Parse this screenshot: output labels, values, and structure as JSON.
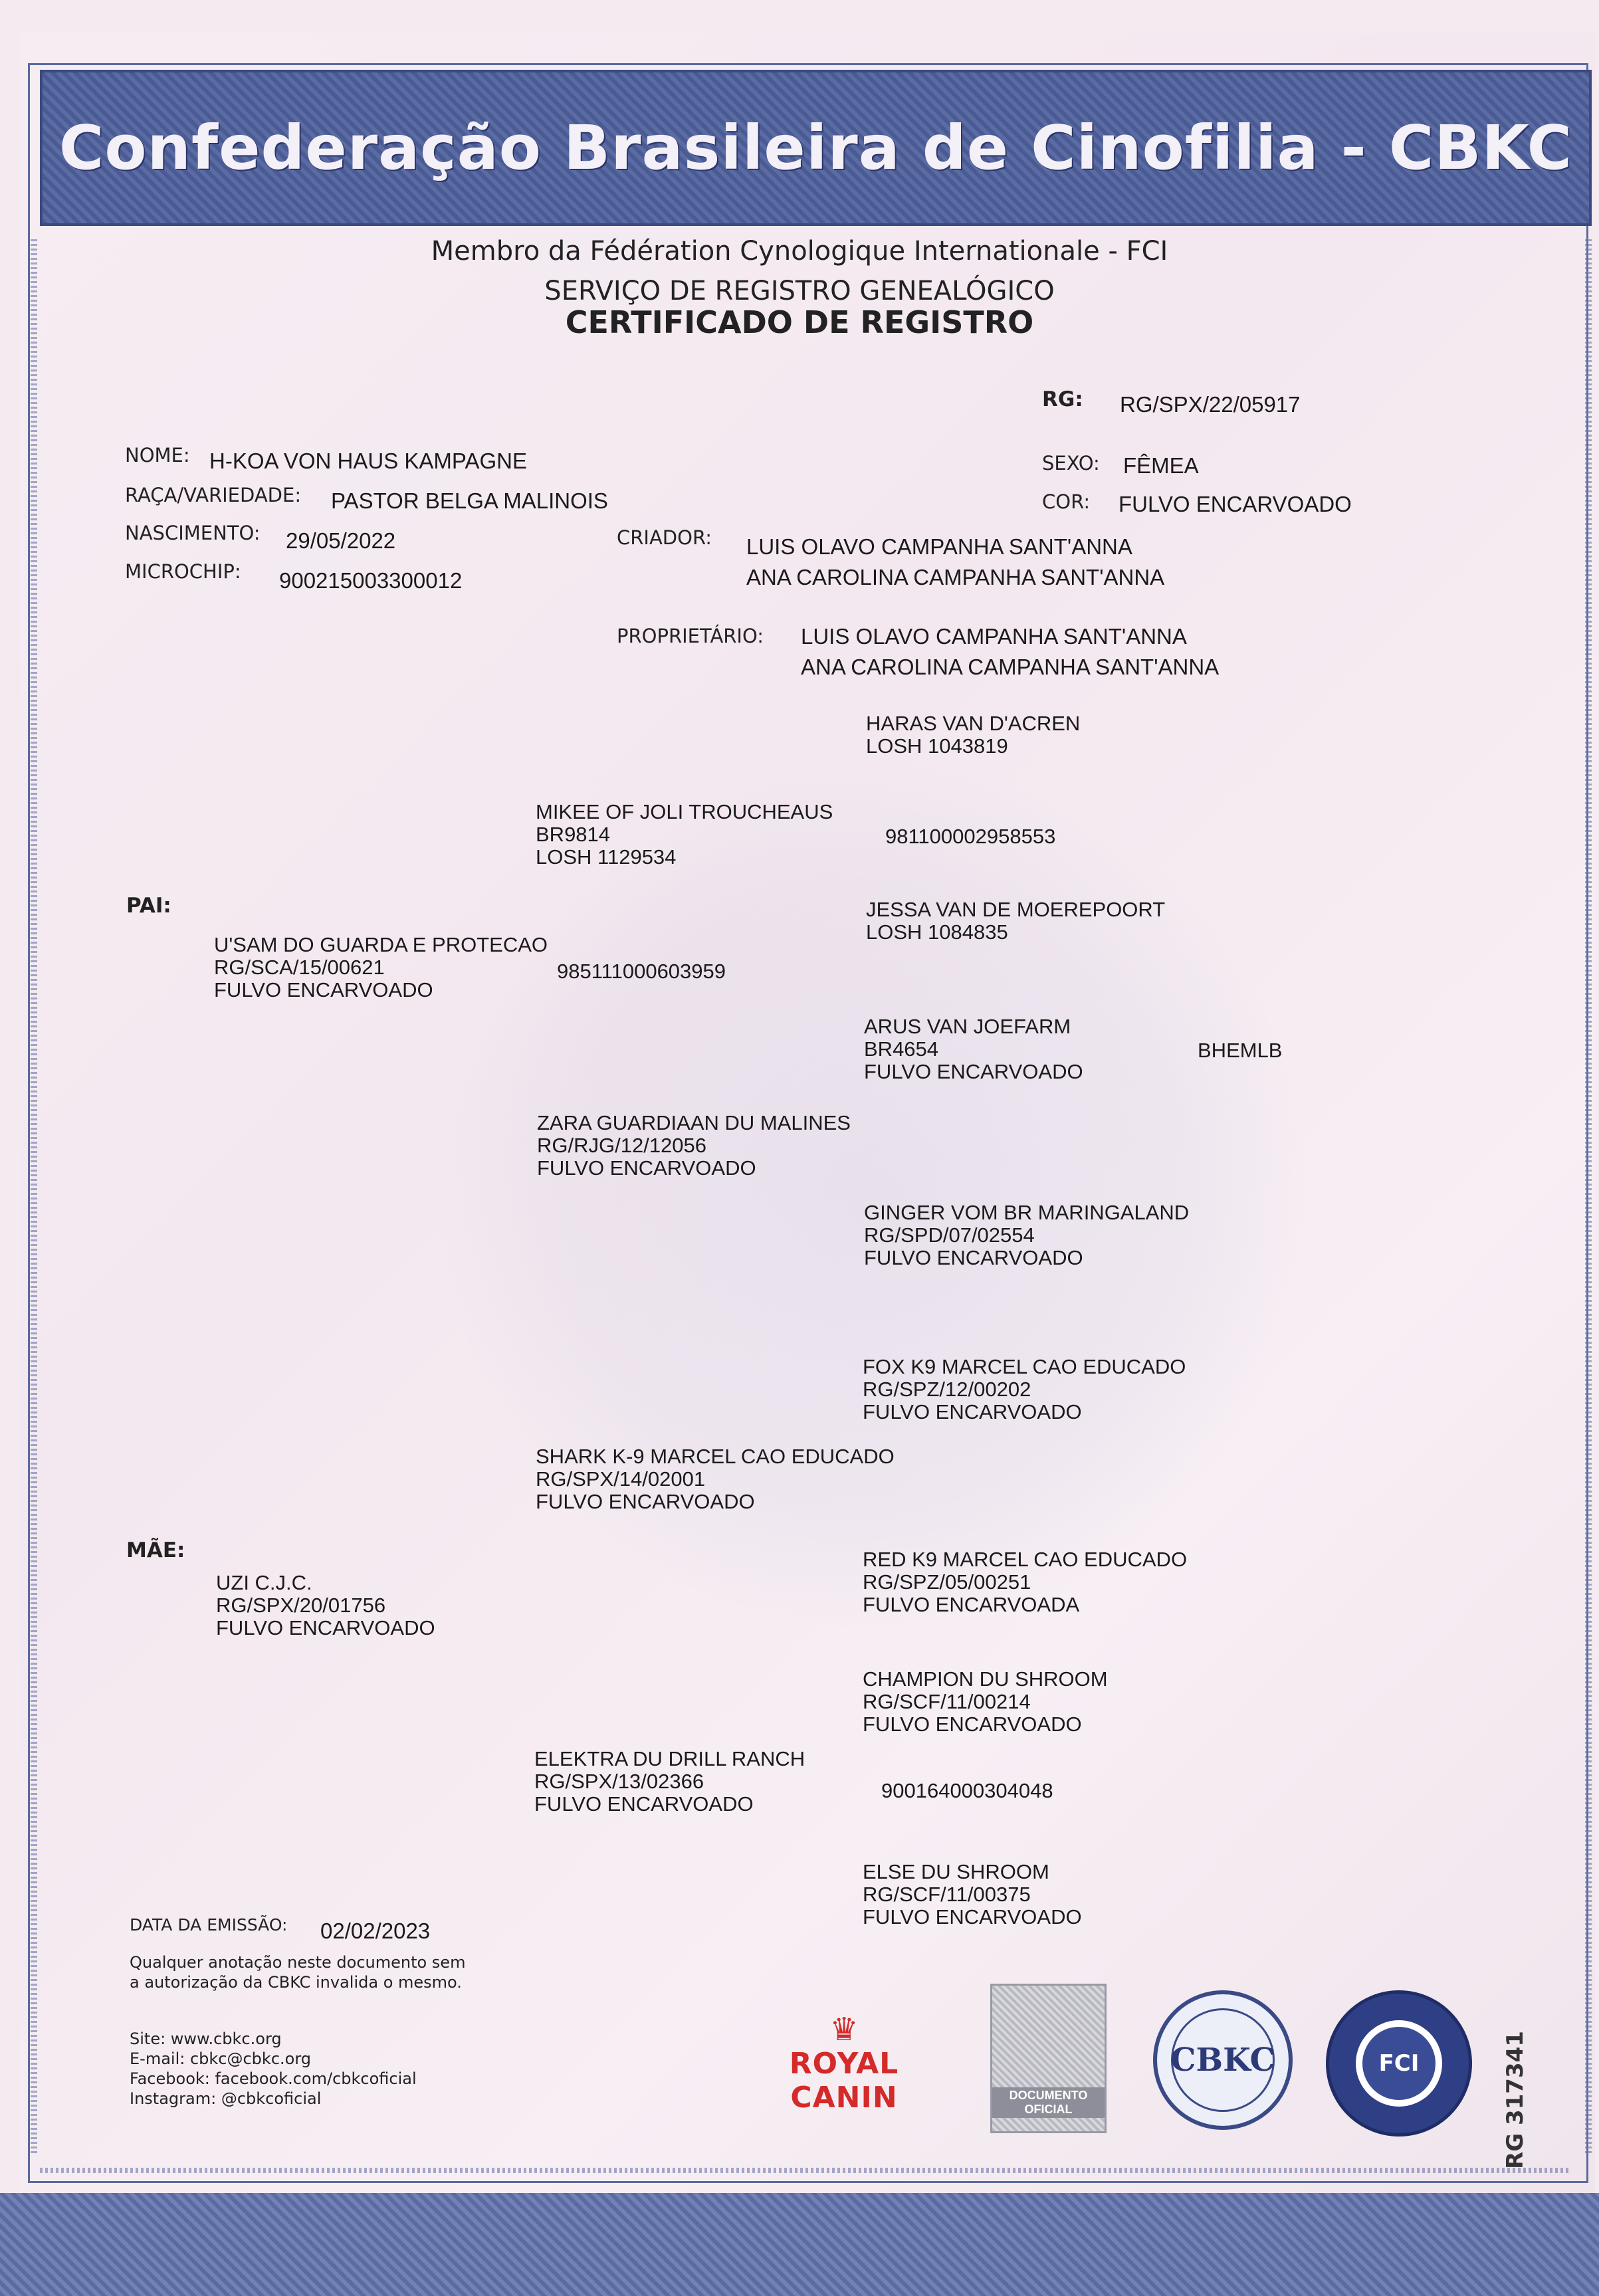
{
  "header": {
    "title": "Confederação Brasileira de Cinofilia - CBKC",
    "line1": "Membro da Fédération Cynologique Internationale - FCI",
    "line2": "SERVIÇO DE REGISTRO GENEALÓGICO",
    "line3": "CERTIFICADO DE REGISTRO"
  },
  "registration": {
    "rg_label": "RG:",
    "rg_value": "RG/SPX/22/05917"
  },
  "dog": {
    "nome_label": "NOME:",
    "nome": "H-KOA VON HAUS KAMPAGNE",
    "raca_label": "RAÇA/VARIEDADE:",
    "raca": "PASTOR BELGA MALINOIS",
    "nascimento_label": "NASCIMENTO:",
    "nascimento": "29/05/2022",
    "microchip_label": "MICROCHIP:",
    "microchip": "900215003300012",
    "sexo_label": "SEXO:",
    "sexo": "FÊMEA",
    "cor_label": "COR:",
    "cor": "FULVO ENCARVOADO",
    "criador_label": "CRIADOR:",
    "criador": [
      "LUIS OLAVO CAMPANHA SANT'ANNA",
      "ANA CAROLINA CAMPANHA SANT'ANNA"
    ],
    "proprietario_label": "PROPRIETÁRIO:",
    "proprietario": [
      "LUIS OLAVO CAMPANHA SANT'ANNA",
      "ANA CAROLINA CAMPANHA SANT'ANNA"
    ]
  },
  "pedigree": {
    "pai_label": "PAI:",
    "mae_label": "MÃE:",
    "pai": {
      "name": "U'SAM DO GUARDA E PROTECAO",
      "reg": "RG/SCA/15/00621",
      "color": "FULVO ENCARVOADO",
      "chip": "985111000603959"
    },
    "pai_pai": {
      "name": "MIKEE OF JOLI TROUCHEAUS",
      "reg": "BR9814",
      "reg2": "LOSH 1129534",
      "chip": "981100002958553"
    },
    "pai_pai_pai": {
      "name": "HARAS VAN D'ACREN",
      "reg": "LOSH 1043819"
    },
    "pai_pai_mae": {
      "name": "JESSA VAN DE MOEREPOORT",
      "reg": "LOSH 1084835"
    },
    "pai_mae": {
      "name": "ZARA GUARDIAAN DU MALINES",
      "reg": "RG/RJG/12/12056",
      "color": "FULVO ENCARVOADO"
    },
    "pai_mae_pai": {
      "name": "ARUS VAN JOEFARM",
      "reg": "BR4654",
      "color": "FULVO ENCARVOADO",
      "note": "BHEMLB"
    },
    "pai_mae_mae": {
      "name": "GINGER VOM BR MARINGALAND",
      "reg": "RG/SPD/07/02554",
      "color": "FULVO ENCARVOADO"
    },
    "mae": {
      "name": "UZI C.J.C.",
      "reg": "RG/SPX/20/01756",
      "color": "FULVO ENCARVOADO"
    },
    "mae_pai": {
      "name": "SHARK K-9 MARCEL CAO EDUCADO",
      "reg": "RG/SPX/14/02001",
      "color": "FULVO ENCARVOADO"
    },
    "mae_pai_pai": {
      "name": "FOX K9 MARCEL CAO EDUCADO",
      "reg": "RG/SPZ/12/00202",
      "color": "FULVO ENCARVOADO"
    },
    "mae_pai_mae": {
      "name": "RED K9 MARCEL CAO EDUCADO",
      "reg": "RG/SPZ/05/00251",
      "color": "FULVO ENCARVOADA"
    },
    "mae_mae": {
      "name": "ELEKTRA DU DRILL RANCH",
      "reg": "RG/SPX/13/02366",
      "color": "FULVO ENCARVOADO",
      "chip": "900164000304048"
    },
    "mae_mae_pai": {
      "name": "CHAMPION DU SHROOM",
      "reg": "RG/SCF/11/00214",
      "color": "FULVO ENCARVOADO"
    },
    "mae_mae_mae": {
      "name": "ELSE DU SHROOM",
      "reg": "RG/SCF/11/00375",
      "color": "FULVO ENCARVOADO"
    }
  },
  "footer": {
    "emissao_label": "DATA DA EMISSÃO:",
    "emissao": "02/02/2023",
    "notice1": "Qualquer anotação neste documento sem",
    "notice2": "a autorização da CBKC invalida o mesmo.",
    "site": "Site: www.cbkc.org",
    "email": "E-mail: cbkc@cbkc.org",
    "facebook": "Facebook: facebook.com/cbkcoficial",
    "instagram": "Instagram: @cbkcoficial",
    "royal_canin": "ROYAL CANIN",
    "doc_seal": "DOCUMENTO OFICIAL",
    "cbkc_seal": "CBKC",
    "fci_seal": "FCI",
    "serial": "RG 317341"
  },
  "colors": {
    "band": "#4a5a92",
    "royal_canin": "#d42a2a",
    "paper": "#f4eaf0"
  }
}
